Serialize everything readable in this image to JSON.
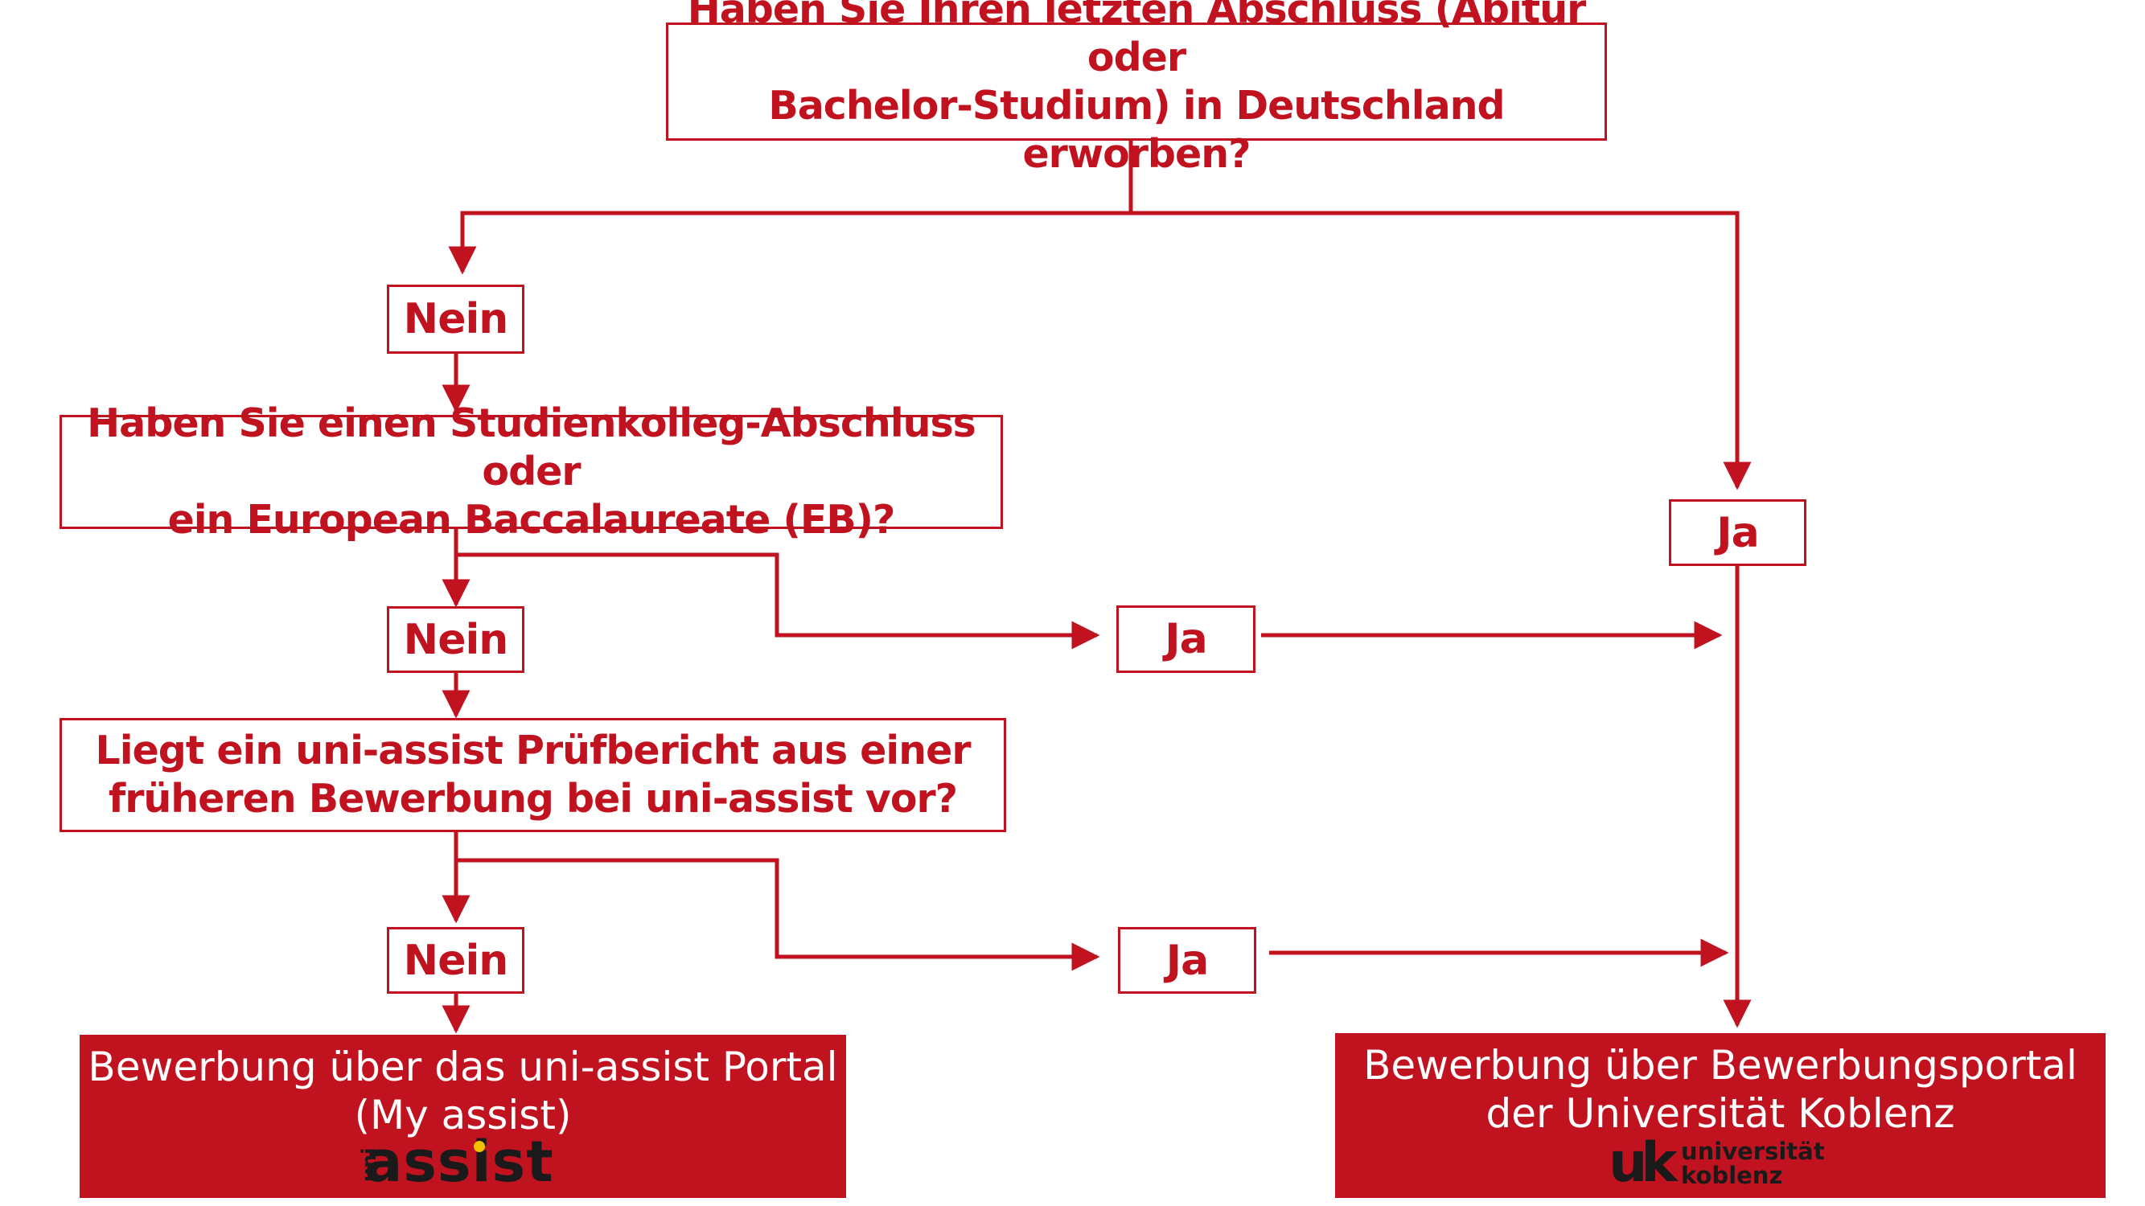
{
  "diagram": {
    "q1": {
      "line1": "Haben Sie Ihren letzten Abschluss (Abitur oder",
      "line2": "Bachelor-Studium) in Deutschland erworben?"
    },
    "q2": {
      "line1": "Haben Sie einen Studienkolleg-Abschluss oder",
      "line2": "ein European Baccalaureate (EB)?"
    },
    "q3": {
      "line1": "Liegt ein uni-assist Prüfbericht aus einer",
      "line2": "früheren Bewerbung bei uni-assist vor?"
    },
    "answers": {
      "nein": "Nein",
      "ja": "Ja"
    },
    "result_uniassist": {
      "line1": "Bewerbung über das uni-assist Portal",
      "line2": "(My assist)",
      "logo_prefix": "uni",
      "logo_word": "assist"
    },
    "result_koblenz": {
      "line1": "Bewerbung über Bewerbungsportal",
      "line2": "der Universität Koblenz",
      "logo_mark": "uk",
      "logo_line1": "universität",
      "logo_line2": "koblenz"
    }
  },
  "colors": {
    "accent": "#c1121f",
    "background": "#ffffff",
    "logo_text": "#1a1a1a",
    "logo_dot": "#f2c200"
  }
}
